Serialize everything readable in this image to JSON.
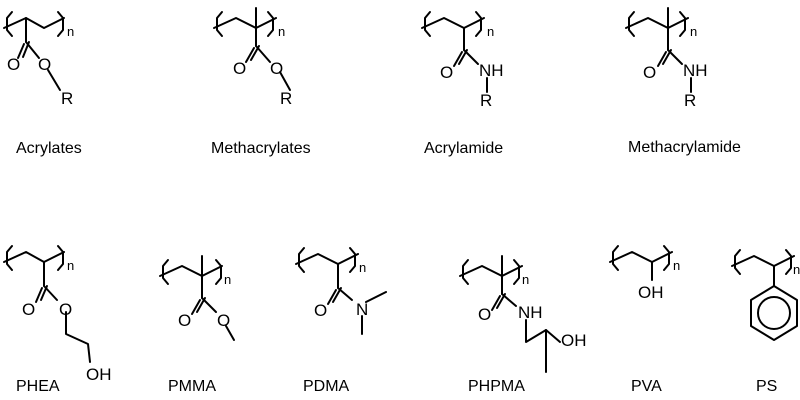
{
  "structures": [
    {
      "key": "acrylates",
      "caption": "Acrylates",
      "atoms": {
        "o_carbonyl": "O",
        "o_ester": "O",
        "r": "R",
        "n": "n"
      }
    },
    {
      "key": "methacrylates",
      "caption": "Methacrylates",
      "atoms": {
        "o_carbonyl": "O",
        "o_ester": "O",
        "r": "R",
        "n": "n"
      }
    },
    {
      "key": "acrylamide",
      "caption": "Acrylamide",
      "atoms": {
        "o_carbonyl": "O",
        "nh": "NH",
        "r": "R",
        "n": "n"
      }
    },
    {
      "key": "methacrylamide",
      "caption": "Methacrylamide",
      "atoms": {
        "o_carbonyl": "O",
        "nh": "NH",
        "r": "R",
        "n": "n"
      }
    },
    {
      "key": "phea",
      "caption": "PHEA",
      "atoms": {
        "o_carbonyl": "O",
        "o_ester": "O",
        "oh": "OH",
        "n": "n"
      }
    },
    {
      "key": "pmma",
      "caption": "PMMA",
      "atoms": {
        "o_carbonyl": "O",
        "o_ester": "O",
        "n": "n"
      }
    },
    {
      "key": "pdma",
      "caption": "PDMA",
      "atoms": {
        "o_carbonyl": "O",
        "n_amide": "N",
        "n": "n"
      }
    },
    {
      "key": "phpma",
      "caption": "PHPMA",
      "atoms": {
        "o_carbonyl": "O",
        "nh": "NH",
        "oh": "OH",
        "n": "n"
      }
    },
    {
      "key": "pva",
      "caption": "PVA",
      "atoms": {
        "oh": "OH",
        "n": "n"
      }
    },
    {
      "key": "ps",
      "caption": "PS",
      "atoms": {
        "n": "n"
      }
    }
  ]
}
